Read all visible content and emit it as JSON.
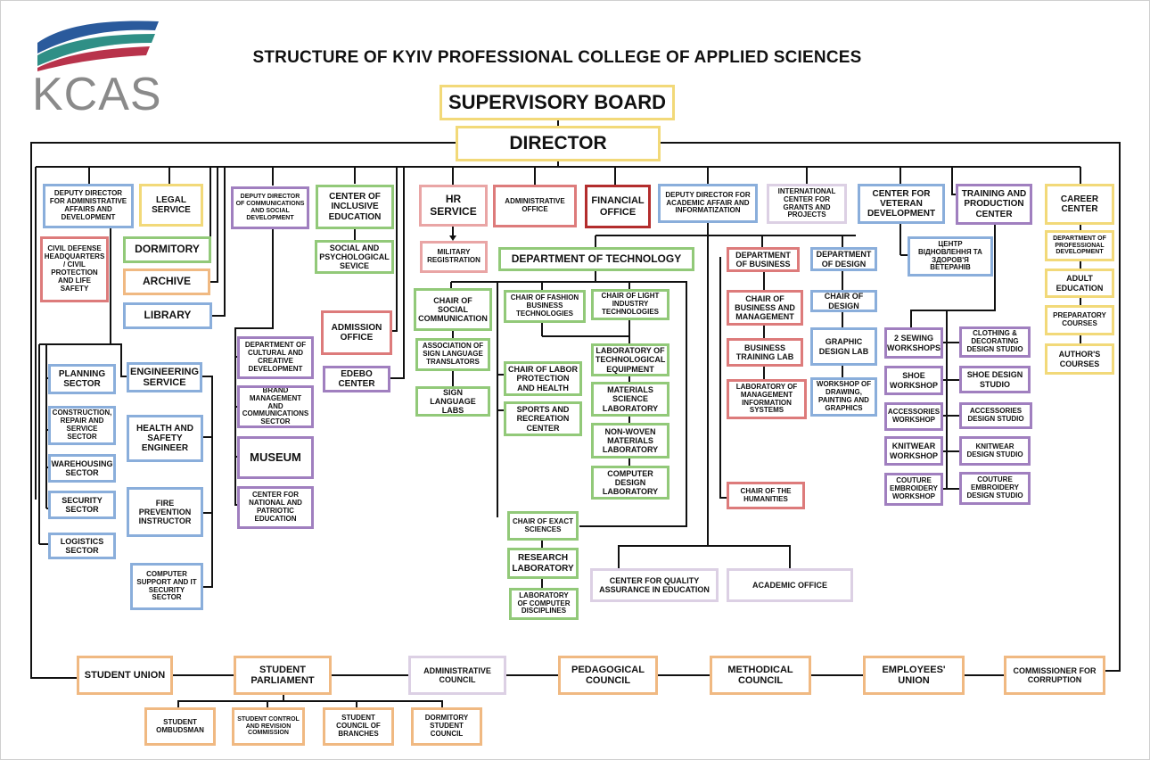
{
  "header": {
    "title": "STRUCTURE OF KYIV PROFESSIONAL COLLEGE OF APPLIED SCIENCES",
    "logo_text": "KCAS"
  },
  "colors": {
    "blue": "#8aaedb",
    "green": "#92c979",
    "purple": "#a07fbf",
    "yellow": "#f2d979",
    "orange": "#f0b982",
    "red": "#dd7b7b",
    "pink": "#e9a5a5",
    "lavender": "#dcd0e4",
    "dark_red": "#b32d2d",
    "logo_blue": "#2a5a9c",
    "logo_teal": "#2f8f86",
    "logo_red": "#b8334b"
  },
  "nodes": {
    "supervisory_board": "SUPERVISORY BOARD",
    "director": "DIRECTOR",
    "deputy_admin": "DEPUTY DIRECTOR FOR ADMINISTRATIVE AFFAIRS AND DEVELOPMENT",
    "legal_service": "LEGAL SERVICE",
    "civil_defense": "CIVIL DEFENSE HEADQUARTERS / CIVIL PROTECTION AND LIFE SAFETY",
    "dormitory": "DORMITORY",
    "archive": "ARCHIVE",
    "library": "LIBRARY",
    "planning_sector": "PLANNING SECTOR",
    "engineering_service": "ENGINEERING SERVICE",
    "construction_sector": "CONSTRUCTION, REPAIR AND SERVICE SECTOR",
    "health_safety": "HEALTH AND SAFETY ENGINEER",
    "warehousing": "WAREHOUSING SECTOR",
    "security_sector": "SECURITY SECTOR",
    "fire_prevention": "FIRE PREVENTION INSTRUCTOR",
    "logistics": "LOGISTICS SECTOR",
    "computer_support": "COMPUTER SUPPORT AND IT SECURITY SECTOR",
    "deputy_comm": "DEPUTY DIRECTOR OF COMMUNICATIONS AND SOCIAL DEVELOPMENT",
    "cultural_dept": "DEPARTMENT OF CULTURAL AND CREATIVE DEVELOPMENT",
    "brand_mgmt": "BRAND MANAGEMENT AND COMMUNICATIONS SECTOR",
    "museum": "MUSEUM",
    "national_center": "CENTER FOR NATIONAL AND PATRIOTIC EDUCATION",
    "inclusive_center": "CENTER OF INCLUSIVE EDUCATION",
    "social_psych": "SOCIAL AND PSYCHOLOGICAL SEVICE",
    "admission_office": "ADMISSION OFFICE",
    "edebo_center": "EDEBO CENTER",
    "hr_service": "HR SERVICE",
    "military_reg": "MILITARY REGISTRATION",
    "admin_office": "ADMINISTRATIVE OFFICE",
    "financial_office": "FINANCIAL OFFICE",
    "deputy_academic": "DEPUTY DIRECTOR FOR ACADEMIC AFFAIR AND INFORMATIZATION",
    "intl_center": "INTERNATIONAL CENTER FOR GRANTS AND PROJECTS",
    "veteran_center": "CENTER FOR VETERAN DEVELOPMENT",
    "training_center": "TRAINING AND PRODUCTION CENTER",
    "career_center": "CAREER CENTER",
    "dept_technology": "DEPARTMENT OF TECHNOLOGY",
    "chair_social_comm": "CHAIR OF SOCIAL COMMUNICATION",
    "sign_assoc": "ASSOCIATION OF SIGN LANGUAGE TRANSLATORS",
    "sign_labs": "SIGN LANGUAGE LABS",
    "chair_fashion": "CHAIR OF FASHION BUSINESS TECHNOLOGIES",
    "chair_light": "CHAIR OF LIGHT INDUSTRY TECHNOLOGIES",
    "lab_tech_equipment": "LABORATORY OF TECHNOLOGICAL EQUIPMENT",
    "chair_labor": "CHAIR OF LABOR PROTECTION AND HEALTH",
    "materials_lab": "MATERIALS SCIENCE LABORATORY",
    "sports_center": "SPORTS AND RECREATION CENTER",
    "nonwoven_lab": "NON-WOVEN MATERIALS LABORATORY",
    "computer_design_lab": "COMPUTER DESIGN LABORATORY",
    "chair_exact": "CHAIR OF EXACT SCIENCES",
    "research_lab": "RESEARCH LABORATORY",
    "lab_comp_disc": "LABORATORY OF COMPUTER DISCIPLINES",
    "quality_center": "CENTER FOR QUALITY ASSURANCE IN EDUCATION",
    "academic_office": "ACADEMIC OFFICE",
    "dept_business": "DEPARTMENT OF BUSINESS",
    "chair_business_mgmt": "CHAIR OF BUSINESS AND MANAGEMENT",
    "business_lab": "BUSINESS TRAINING LAB",
    "lab_mgmt_info": "LABORATORY OF MANAGEMENT INFORMATION SYSTEMS",
    "chair_humanities": "CHAIR OF THE HUMANITIES",
    "dept_design": "DEPARTMENT OF DESIGN",
    "chair_design": "CHAIR OF DESIGN",
    "graphic_lab": "GRAPHIC DESIGN LAB",
    "workshop_drawing": "WORKSHOP OF DRAWING, PAINTING AND GRAPHICS",
    "ukr_center": "ЦЕНТР ВІДНОВЛЕННЯ ТА ЗДОРОВ'Я ВЕТЕРАНІВ",
    "sewing_workshops": "2 SEWING WORKSHOPS",
    "clothing_studio": "CLOTHING & DECORATING DESIGN STUDIO",
    "shoe_workshop": "SHOE WORKSHOP",
    "shoe_studio": "SHOE DESIGN STUDIO",
    "accessories_workshop": "ACCESSORIES WORKSHOP",
    "accessories_studio": "ACCESSORIES DESIGN STUDIO",
    "knitwear_workshop": "KNITWEAR WORKSHOP",
    "knitwear_studio": "KNITWEAR DESIGN STUDIO",
    "couture_workshop": "COUTURE EMBROIDERY WORKSHOP",
    "couture_studio": "COUTURE EMBROIDERY DESIGN STUDIO",
    "dept_prof_dev": "DEPARTMENT OF PROFESSIONAL DEVELOPMENT",
    "adult_education": "ADULT EDUCATION",
    "preparatory": "PREPARATORY COURSES",
    "authors_courses": "AUTHOR'S COURSES",
    "student_union": "STUDENT UNION",
    "student_parliament": "STUDENT PARLIAMENT",
    "admin_council": "ADMINISTRATIVE COUNCIL",
    "pedagogical_council": "PEDAGOGICAL COUNCIL",
    "methodical_council": "METHODICAL COUNCIL",
    "employees_union": "EMPLOYEES' UNION",
    "commissioner": "COMMISSIONER FOR CORRUPTION",
    "student_ombudsman": "STUDENT OMBUDSMAN",
    "student_control": "STUDENT CONTROL AND REVISION COMMISSION",
    "student_council": "STUDENT COUNCIL OF BRANCHES",
    "dormitory_council": "DORMITORY STUDENT COUNCIL"
  }
}
